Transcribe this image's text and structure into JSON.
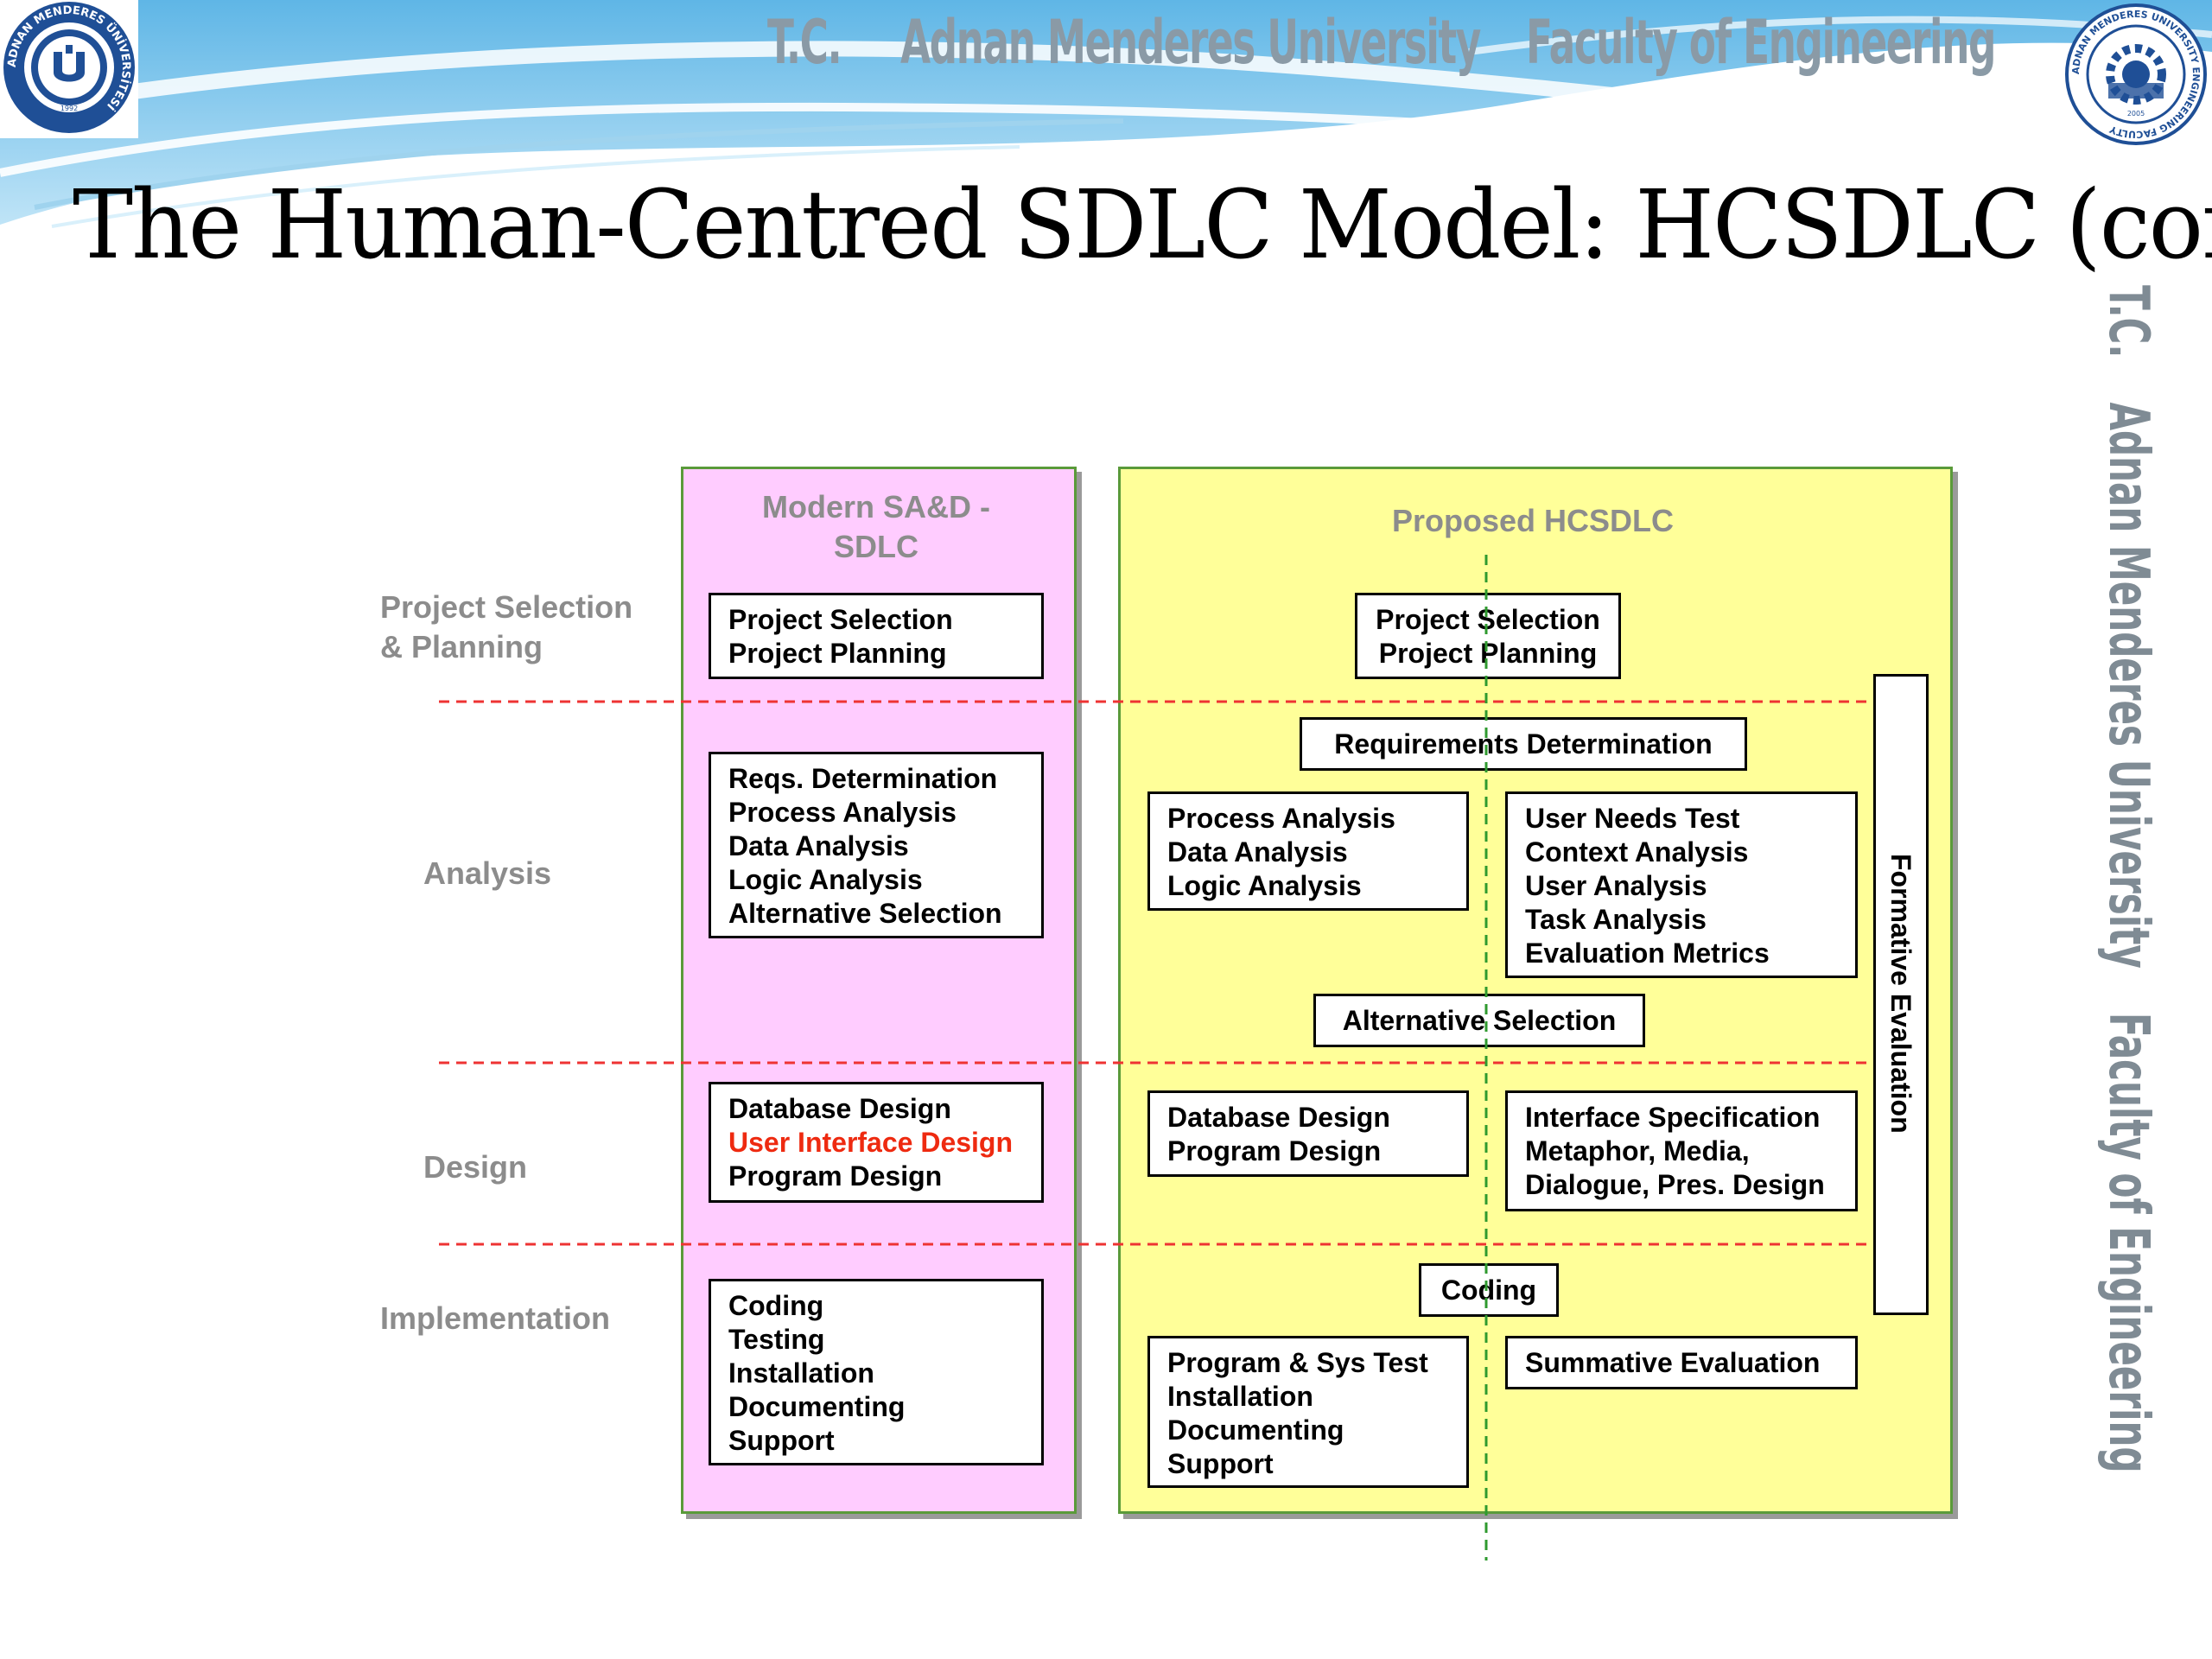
{
  "header": {
    "tc": "T.C.",
    "university": "Adnan Menderes University",
    "faculty": "Faculty of Engineering",
    "side_tc": "T.C.",
    "side_university": "Adnan Menderes University",
    "side_faculty": "Faculty of Engineering"
  },
  "logos": {
    "left_text": "ADNAN MENDERES ÜNİVERSİTESİ",
    "left_year": "1992",
    "right_text": "ADNAN MENDERES UNIVERSITY ENGINEERING FACULTY",
    "right_year": "2005"
  },
  "title": "The Human-Centred SDLC Model: HCSDLC (cont.)",
  "rows": {
    "planning_1": "Project Selection",
    "planning_2": "& Planning",
    "analysis": "Analysis",
    "design": "Design",
    "implementation": "Implementation"
  },
  "modern": {
    "title_1": "Modern SA&D -",
    "title_2": "SDLC",
    "planning": [
      "Project Selection",
      "Project Planning"
    ],
    "analysis": [
      "Reqs. Determination",
      "Process Analysis",
      "Data Analysis",
      "Logic Analysis",
      "Alternative Selection"
    ],
    "design": [
      "Database Design",
      "User Interface Design",
      "Program Design"
    ],
    "implementation": [
      "Coding",
      "Testing",
      "Installation",
      "Documenting",
      "Support"
    ]
  },
  "proposed": {
    "title": "Proposed HCSDLC",
    "planning": [
      "Project Selection",
      "Project Planning"
    ],
    "requirements": "Requirements Determination",
    "analysis_left": [
      "Process Analysis",
      "Data Analysis",
      "Logic Analysis"
    ],
    "analysis_right": [
      "User Needs Test",
      "Context Analysis",
      "User Analysis",
      "Task Analysis",
      "Evaluation Metrics"
    ],
    "alternative": "Alternative Selection",
    "design_left": [
      "Database Design",
      "Program Design"
    ],
    "design_right": [
      "Interface Specification",
      "Metaphor, Media,",
      "Dialogue, Pres. Design"
    ],
    "coding": "Coding",
    "impl_left": [
      "Program & Sys Test",
      "Installation",
      "Documenting",
      "Support"
    ],
    "summative": "Summative Evaluation",
    "formative": "Formative Evaluation"
  },
  "colors": {
    "pink_column": "#ffccff",
    "yellow_column": "#ffff99",
    "column_border": "#5a9a3a",
    "divider": "#ee3333",
    "center_line": "#2f9a2f",
    "highlight_text": "#ee2a10",
    "header_text": "#8a9aa6"
  }
}
